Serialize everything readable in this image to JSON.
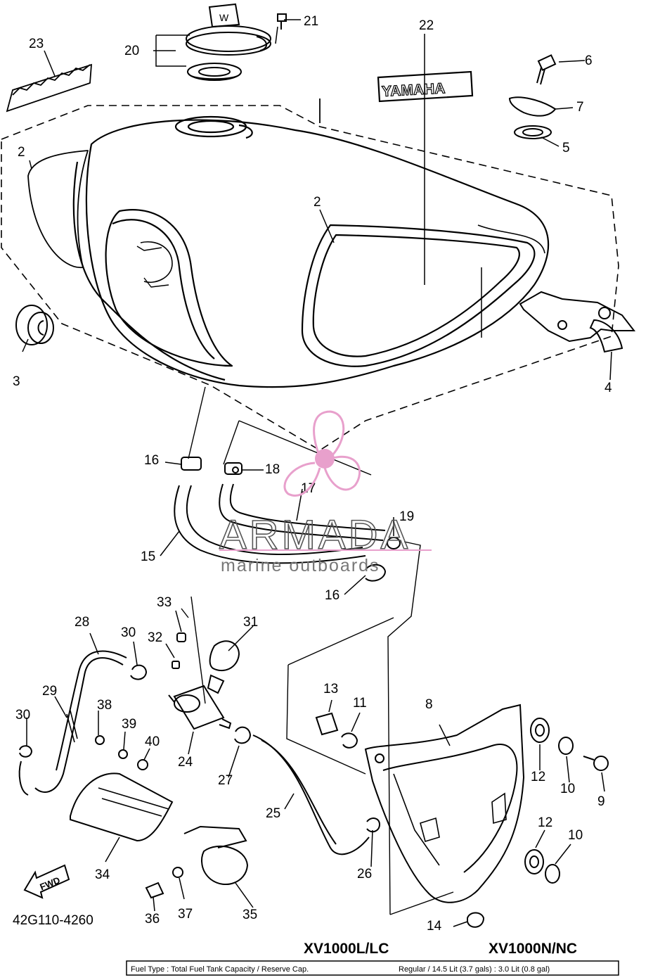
{
  "callouts": [
    "2",
    "2",
    "3",
    "4",
    "5",
    "6",
    "7",
    "8",
    "9",
    "10",
    "10",
    "11",
    "12",
    "12",
    "13",
    "14",
    "15",
    "16",
    "16",
    "17",
    "18",
    "19",
    "20",
    "21",
    "22",
    "23",
    "24",
    "25",
    "26",
    "27",
    "28",
    "29",
    "30",
    "30",
    "31",
    "32",
    "33",
    "34",
    "35",
    "36",
    "37",
    "38",
    "39",
    "40"
  ],
  "decal_text": "YAMAHA",
  "arrow_text": "FWD",
  "diagram_code": "42G110-4260",
  "models": {
    "left": "XV1000L/LC",
    "right": "XV1000N/NC"
  },
  "footer": {
    "left": "Fuel Type : Total Fuel Tank Capacity / Reserve Cap.",
    "right": "Regular / 14.5 Lit (3.7 gals) : 3.0 Lit (0.8 gal)"
  },
  "watermark": {
    "title": "ARMADA",
    "subtitle": "marine outboards",
    "color": "#e8a0cc"
  }
}
